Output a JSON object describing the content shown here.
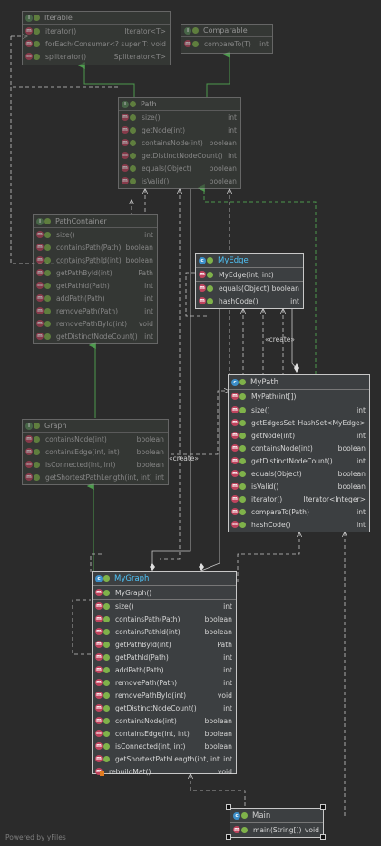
{
  "diagram": {
    "iterable": {
      "name": "Iterable",
      "methods": [
        {
          "name": "iterator()",
          "type": "Iterator<T>"
        },
        {
          "name": "forEach(Consumer<? super T>)",
          "type": "void"
        },
        {
          "name": "spliterator()",
          "type": "Spliterator<T>"
        }
      ]
    },
    "comparable": {
      "name": "Comparable",
      "methods": [
        {
          "name": "compareTo(T)",
          "type": "int"
        }
      ]
    },
    "path": {
      "name": "Path",
      "methods": [
        {
          "name": "size()",
          "type": "int"
        },
        {
          "name": "getNode(int)",
          "type": "int"
        },
        {
          "name": "containsNode(int)",
          "type": "boolean"
        },
        {
          "name": "getDistinctNodeCount()",
          "type": "int"
        },
        {
          "name": "equals(Object)",
          "type": "boolean"
        },
        {
          "name": "isValid()",
          "type": "boolean"
        }
      ]
    },
    "pathContainer": {
      "name": "PathContainer",
      "methods": [
        {
          "name": "size()",
          "type": "int"
        },
        {
          "name": "containsPath(Path)",
          "type": "boolean"
        },
        {
          "name": "containsPathId(int)",
          "type": "boolean"
        },
        {
          "name": "getPathById(int)",
          "type": "Path"
        },
        {
          "name": "getPathId(Path)",
          "type": "int"
        },
        {
          "name": "addPath(Path)",
          "type": "int"
        },
        {
          "name": "removePath(Path)",
          "type": "int"
        },
        {
          "name": "removePathById(int)",
          "type": "void"
        },
        {
          "name": "getDistinctNodeCount()",
          "type": "int"
        }
      ]
    },
    "graph": {
      "name": "Graph",
      "methods": [
        {
          "name": "containsNode(int)",
          "type": "boolean"
        },
        {
          "name": "containsEdge(int, int)",
          "type": "boolean"
        },
        {
          "name": "isConnected(int, int)",
          "type": "boolean"
        },
        {
          "name": "getShortestPathLength(int, int)",
          "type": "int"
        }
      ]
    },
    "myEdge": {
      "name": "MyEdge",
      "constructors": [
        {
          "name": "MyEdge(int, int)",
          "type": ""
        }
      ],
      "methods": [
        {
          "name": "equals(Object)",
          "type": "boolean"
        },
        {
          "name": "hashCode()",
          "type": "int"
        }
      ]
    },
    "myPath": {
      "name": "MyPath",
      "constructors": [
        {
          "name": "MyPath(int[])",
          "type": ""
        }
      ],
      "methods": [
        {
          "name": "size()",
          "type": "int"
        },
        {
          "name": "getEdgesSet()",
          "type": "HashSet<MyEdge>"
        },
        {
          "name": "getNode(int)",
          "type": "int"
        },
        {
          "name": "containsNode(int)",
          "type": "boolean"
        },
        {
          "name": "getDistinctNodeCount()",
          "type": "int"
        },
        {
          "name": "equals(Object)",
          "type": "boolean"
        },
        {
          "name": "isValid()",
          "type": "boolean"
        },
        {
          "name": "iterator()",
          "type": "Iterator<Integer>"
        },
        {
          "name": "compareTo(Path)",
          "type": "int"
        },
        {
          "name": "hashCode()",
          "type": "int"
        }
      ]
    },
    "myGraph": {
      "name": "MyGraph",
      "constructors": [
        {
          "name": "MyGraph()",
          "type": ""
        }
      ],
      "methods": [
        {
          "name": "size()",
          "type": "int"
        },
        {
          "name": "containsPath(Path)",
          "type": "boolean"
        },
        {
          "name": "containsPathId(int)",
          "type": "boolean"
        },
        {
          "name": "getPathById(int)",
          "type": "Path"
        },
        {
          "name": "getPathId(Path)",
          "type": "int"
        },
        {
          "name": "addPath(Path)",
          "type": "int"
        },
        {
          "name": "removePath(Path)",
          "type": "int"
        },
        {
          "name": "removePathById(int)",
          "type": "void"
        },
        {
          "name": "getDistinctNodeCount()",
          "type": "int"
        },
        {
          "name": "containsNode(int)",
          "type": "boolean"
        },
        {
          "name": "containsEdge(int, int)",
          "type": "boolean"
        },
        {
          "name": "isConnected(int, int)",
          "type": "boolean"
        },
        {
          "name": "getShortestPathLength(int, int)",
          "type": "int"
        },
        {
          "name": "rebuildMat()",
          "type": "void"
        }
      ]
    },
    "main": {
      "name": "Main",
      "methods": [
        {
          "name": "main(String[])",
          "type": "void"
        }
      ]
    },
    "labels": {
      "create": "«create»"
    },
    "footer": "Powered by yFiles",
    "colors": {
      "background": "#2b2b2b",
      "inheritArrow": "#4e9a4e",
      "dependencyLine": "#c8c8c8",
      "classNameCyan": "#4fc3f7"
    },
    "icons": {
      "interface": "interface-icon",
      "class": "class-icon",
      "method": "method-icon",
      "access": "public-access-icon"
    }
  }
}
